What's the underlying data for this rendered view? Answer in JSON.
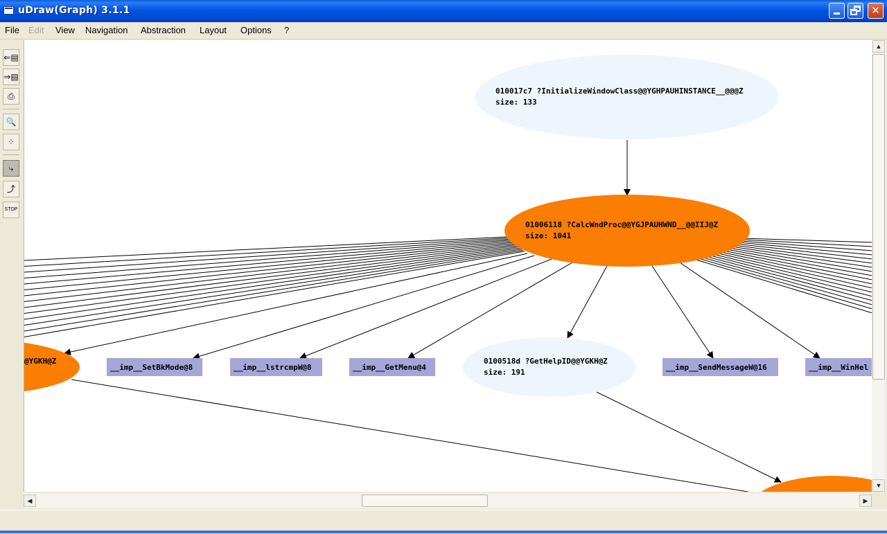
{
  "window": {
    "title": "uDraw(Graph) 3.1.1",
    "controls": {
      "minimize": "_",
      "maximize": "□",
      "close": "✕"
    }
  },
  "menu": [
    "File",
    "Edit",
    "View",
    "Navigation",
    "Abstraction",
    "Layout",
    "Options",
    "?"
  ],
  "menu_disabled": [
    "Edit"
  ],
  "toolbar": [
    "load-icon",
    "save-icon",
    "print-icon",
    "zoom-icon",
    "overview-icon",
    "layout-tool-icon",
    "incremental-layout-icon",
    "stop-icon"
  ],
  "toolbar_active": "layout-tool-icon",
  "toolbar_glyphs": [
    "⇐▤",
    "⇒▤",
    "⎙",
    "🔍",
    "⁘",
    "⤷",
    "⤴",
    "STOP"
  ],
  "graph": {
    "nodes": [
      {
        "id": "n-init",
        "shape": "ellipse",
        "line1": "010017c7 ?InitializeWindowClass@@YGHPAUHINSTANCE__@@@Z",
        "line2": "size: 133",
        "fill": "#eef5fd"
      },
      {
        "id": "n-calc",
        "shape": "ellipse",
        "line1": "01006118 ?CalcWndProc@@YGJPAUHWND__@@IIJ@Z",
        "line2": "size: 1041",
        "fill": "#fb7d01"
      },
      {
        "id": "n-left",
        "shape": "ellipse",
        "line1": "@YGKH@Z",
        "line2": "",
        "fill": "#fb7d01"
      },
      {
        "id": "n-help",
        "shape": "ellipse",
        "line1": "0100518d ?GetHelpID@@YGKH@Z",
        "line2": "size: 191",
        "fill": "#eef5fd"
      },
      {
        "id": "n-bottom",
        "shape": "ellipse",
        "line1": "",
        "line2": "",
        "fill": "#fb7d01"
      },
      {
        "id": "n-setbk",
        "shape": "box",
        "label": "__imp__SetBkMode@8",
        "fill": "#a5a5d8"
      },
      {
        "id": "n-lstrcmp",
        "shape": "box",
        "label": "__imp__lstrcmpW@8",
        "fill": "#a5a5d8"
      },
      {
        "id": "n-getmenu",
        "shape": "box",
        "label": "__imp__GetMenu@4",
        "fill": "#a5a5d8"
      },
      {
        "id": "n-sendmsg",
        "shape": "box",
        "label": "__imp__SendMessageW@16",
        "fill": "#a5a5d8"
      },
      {
        "id": "n-winhelp",
        "shape": "box",
        "label": "__imp__WinHel",
        "fill": "#a5a5d8"
      }
    ]
  },
  "scroll": {
    "horizontal_position": 0.41,
    "vertical_position": 0.0
  },
  "status": ""
}
